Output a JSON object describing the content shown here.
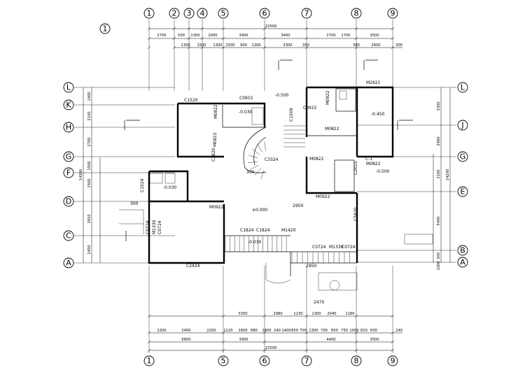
{
  "drawing": {
    "section_mark": "1",
    "overall_dim_top": "22500",
    "overall_dim_bottom": "22500",
    "overall_dim_left": "14200",
    "overall_dim_right": "14200"
  },
  "axes": {
    "top": [
      "1",
      "2",
      "3",
      "4",
      "5",
      "6",
      "7",
      "8",
      "9"
    ],
    "bottom": [
      "1",
      "5",
      "6",
      "7",
      "8",
      "9"
    ],
    "left": [
      "L",
      "K",
      "H",
      "G",
      "F",
      "D",
      "C",
      "A"
    ],
    "right": [
      "L",
      "J",
      "G",
      "E",
      "B",
      "A"
    ]
  },
  "dimensions": {
    "top_row1": [
      "2700",
      "500",
      "1300",
      "2000",
      "3900",
      "3400",
      "2700",
      "1700",
      "3500"
    ],
    "top_row2": [
      "1300",
      "1500",
      "1300",
      "1500",
      "900",
      "1300",
      "3300",
      "350",
      "380",
      "2600",
      "300"
    ],
    "bottom_row1": [
      "3350",
      "2980",
      "1230",
      "1300",
      "2040",
      "1180"
    ],
    "bottom_row2": [
      "2200",
      "2400",
      "2200",
      "1120",
      "1800",
      "880",
      "1800",
      "240",
      "1400",
      "850",
      "700",
      "1300",
      "700",
      "850",
      "750",
      "1000",
      "810",
      "600",
      "240"
    ],
    "bottom_row3": [
      "6800",
      "3900",
      "4400",
      "3500"
    ],
    "left": [
      "1400",
      "2100",
      "2700",
      "1500",
      "1500",
      "3910",
      "2450"
    ],
    "right": [
      "3300",
      "2900",
      "3100",
      "5400",
      "300",
      "1000"
    ]
  },
  "labels": {
    "windows": [
      "C1520",
      "C0915",
      "C3324",
      "C0915",
      "C2424",
      "C1824",
      "C1824",
      "C0724",
      "M1330",
      "C0724",
      "C0724",
      "M1330",
      "C0724",
      "C2820",
      "C1524",
      "C5820",
      "C2015",
      "C1509"
    ],
    "doors": [
      "M0822",
      "M0822",
      "M0922",
      "M0922",
      "M0822",
      "M2921",
      "M0822",
      "M1420",
      "M0822",
      "M0922"
    ],
    "levels": [
      "-0.500",
      "-0.030",
      "-0.450",
      "-0.500",
      "-0.030",
      "±0.000",
      "-0.030"
    ],
    "misc": [
      "2950",
      "2950",
      "2470",
      "300",
      "300",
      "C-1"
    ]
  }
}
